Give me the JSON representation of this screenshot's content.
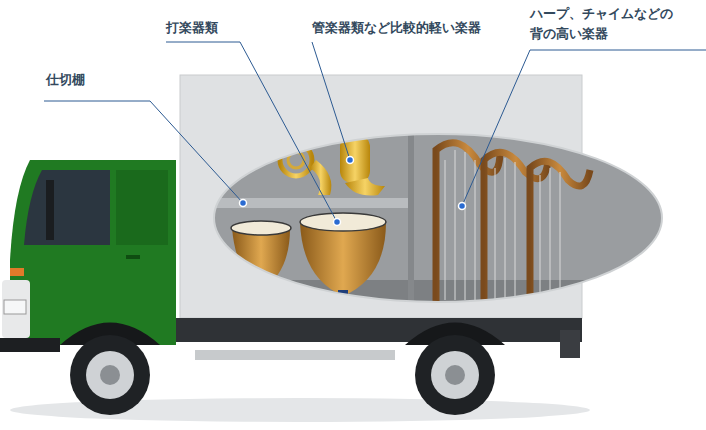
{
  "diagram": {
    "labels": [
      "仕切棚",
      "打楽器類",
      "管楽器類など比較的軽い楽器",
      "ハープ、チャイムなどの 背の高い楽器"
    ]
  }
}
